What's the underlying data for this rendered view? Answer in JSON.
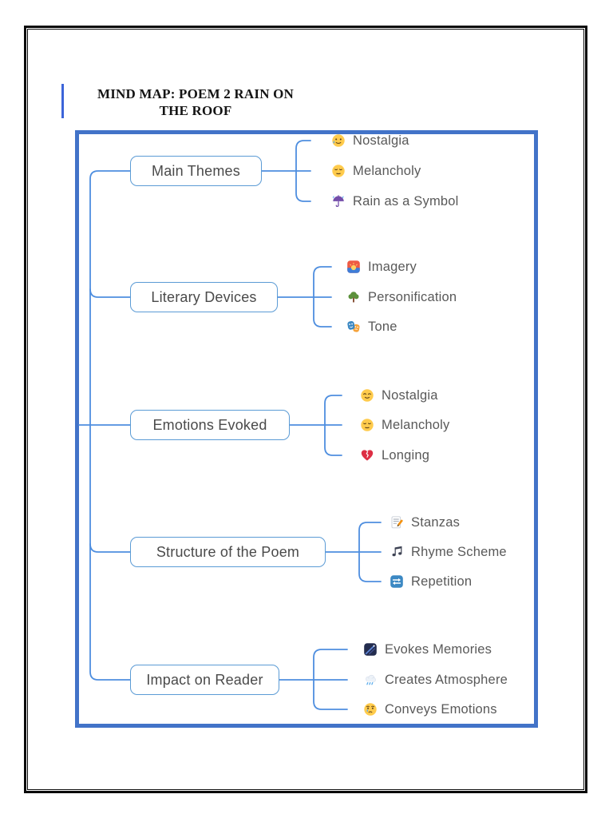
{
  "page": {
    "title": "MIND MAP: POEM 2 RAIN ON THE ROOF"
  },
  "map": {
    "branches": [
      {
        "label": "Main Themes",
        "children": [
          {
            "icon": "smiling-face-with-tear",
            "glyph": "🥲",
            "label": "Nostalgia"
          },
          {
            "icon": "pensive-face",
            "glyph": "😔",
            "label": "Melancholy"
          },
          {
            "icon": "umbrella-with-rain",
            "glyph": "☔",
            "label": "Rain as a Symbol"
          }
        ]
      },
      {
        "label": "Literary Devices",
        "children": [
          {
            "icon": "sunrise",
            "glyph": "🌅",
            "label": "Imagery"
          },
          {
            "icon": "tree",
            "glyph": "🌳",
            "label": "Personification"
          },
          {
            "icon": "performing-arts-masks",
            "glyph": "🎭",
            "label": "Tone"
          }
        ]
      },
      {
        "label": "Emotions Evoked",
        "children": [
          {
            "icon": "relieved-face",
            "glyph": "😌",
            "label": "Nostalgia"
          },
          {
            "icon": "pensive-face",
            "glyph": "😔",
            "label": "Melancholy"
          },
          {
            "icon": "broken-heart",
            "glyph": "💔",
            "label": "Longing"
          }
        ]
      },
      {
        "label": "Structure of the Poem",
        "children": [
          {
            "icon": "memo",
            "glyph": "📝",
            "label": "Stanzas"
          },
          {
            "icon": "musical-notes",
            "glyph": "🎶",
            "label": "Rhyme Scheme"
          },
          {
            "icon": "repeat-button",
            "glyph": "🔁",
            "label": "Repetition"
          }
        ]
      },
      {
        "label": "Impact on Reader",
        "children": [
          {
            "icon": "shooting-star",
            "glyph": "🌠",
            "label": "Evokes Memories"
          },
          {
            "icon": "cloud-with-rain",
            "glyph": "🌧️",
            "label": "Creates Atmosphere"
          },
          {
            "icon": "crying-face",
            "glyph": "😢",
            "label": "Conveys Emotions"
          }
        ]
      }
    ]
  },
  "colors": {
    "page_border": "#0A0A0A",
    "title_bar": "#3C64D9",
    "map_border": "#4273C8",
    "connector": "#4E8EDF",
    "node_border": "#5B9BD5",
    "node_text": "#4A4A4A",
    "child_text": "#595959"
  }
}
